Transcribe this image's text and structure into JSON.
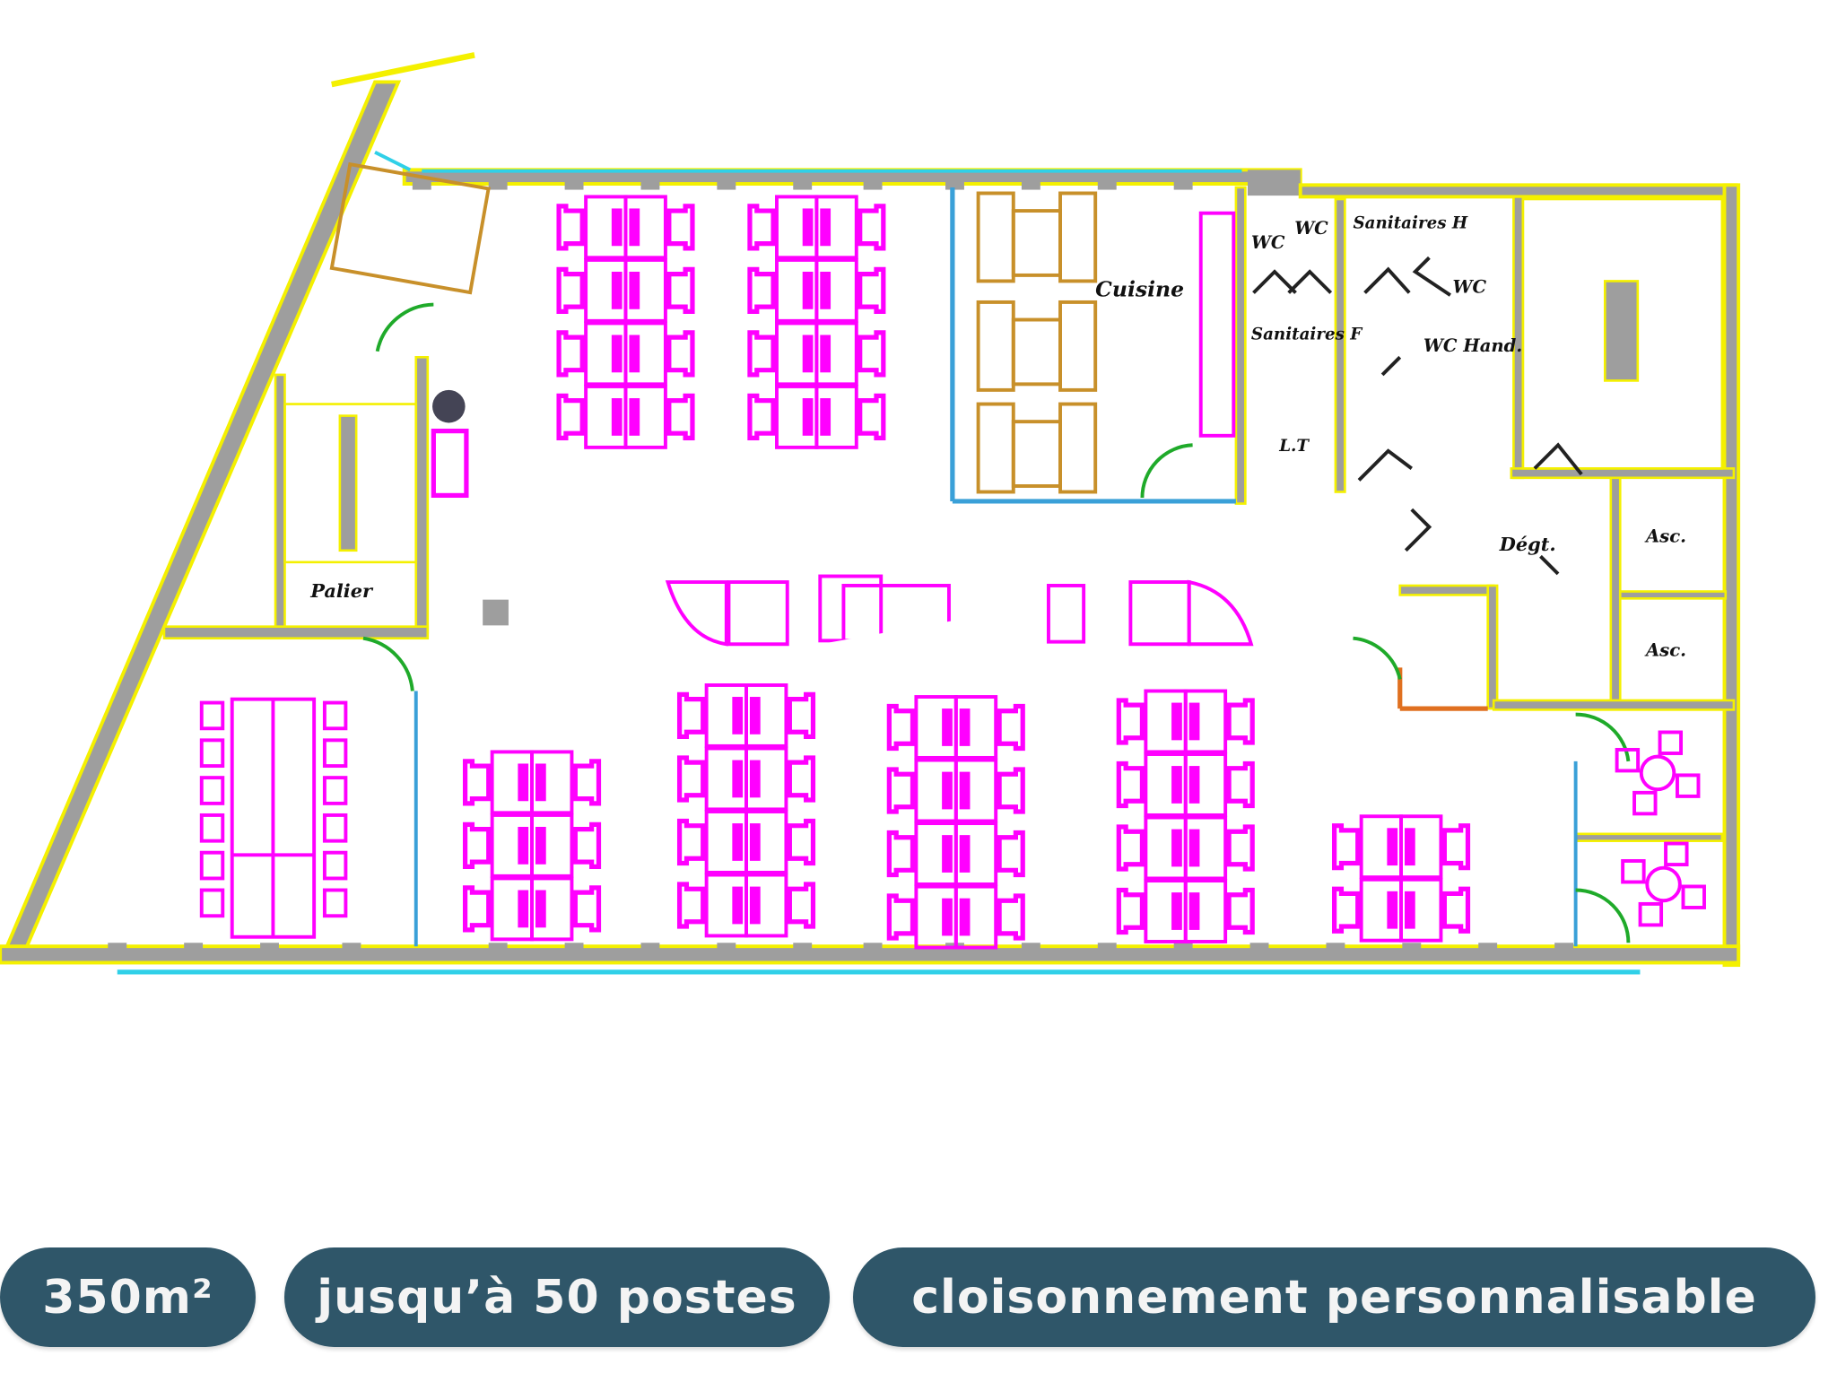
{
  "floor_plan": {
    "rooms": {
      "kitchen": "Cuisine",
      "wc1": "WC",
      "wc2": "WC",
      "wc3": "WC",
      "sanitaires_h": "Sanitaires H",
      "sanitaires_f": "Sanitaires F",
      "wc_hand": "WC Hand.",
      "lt": "L.T",
      "palier": "Palier",
      "degt": "Dégt.",
      "asc1": "Asc.",
      "asc2": "Asc."
    },
    "colors": {
      "wall": "#9e9e9e",
      "outline": "#f4f000",
      "furniture": "#ff00ff",
      "kitchen": "#c8902a",
      "window": "#30d0e8",
      "door": "#1faa2a"
    }
  },
  "badges": [
    {
      "label": "350m²"
    },
    {
      "label": "jusqu’à 50 postes"
    },
    {
      "label": "cloisonnement personnalisable"
    }
  ]
}
